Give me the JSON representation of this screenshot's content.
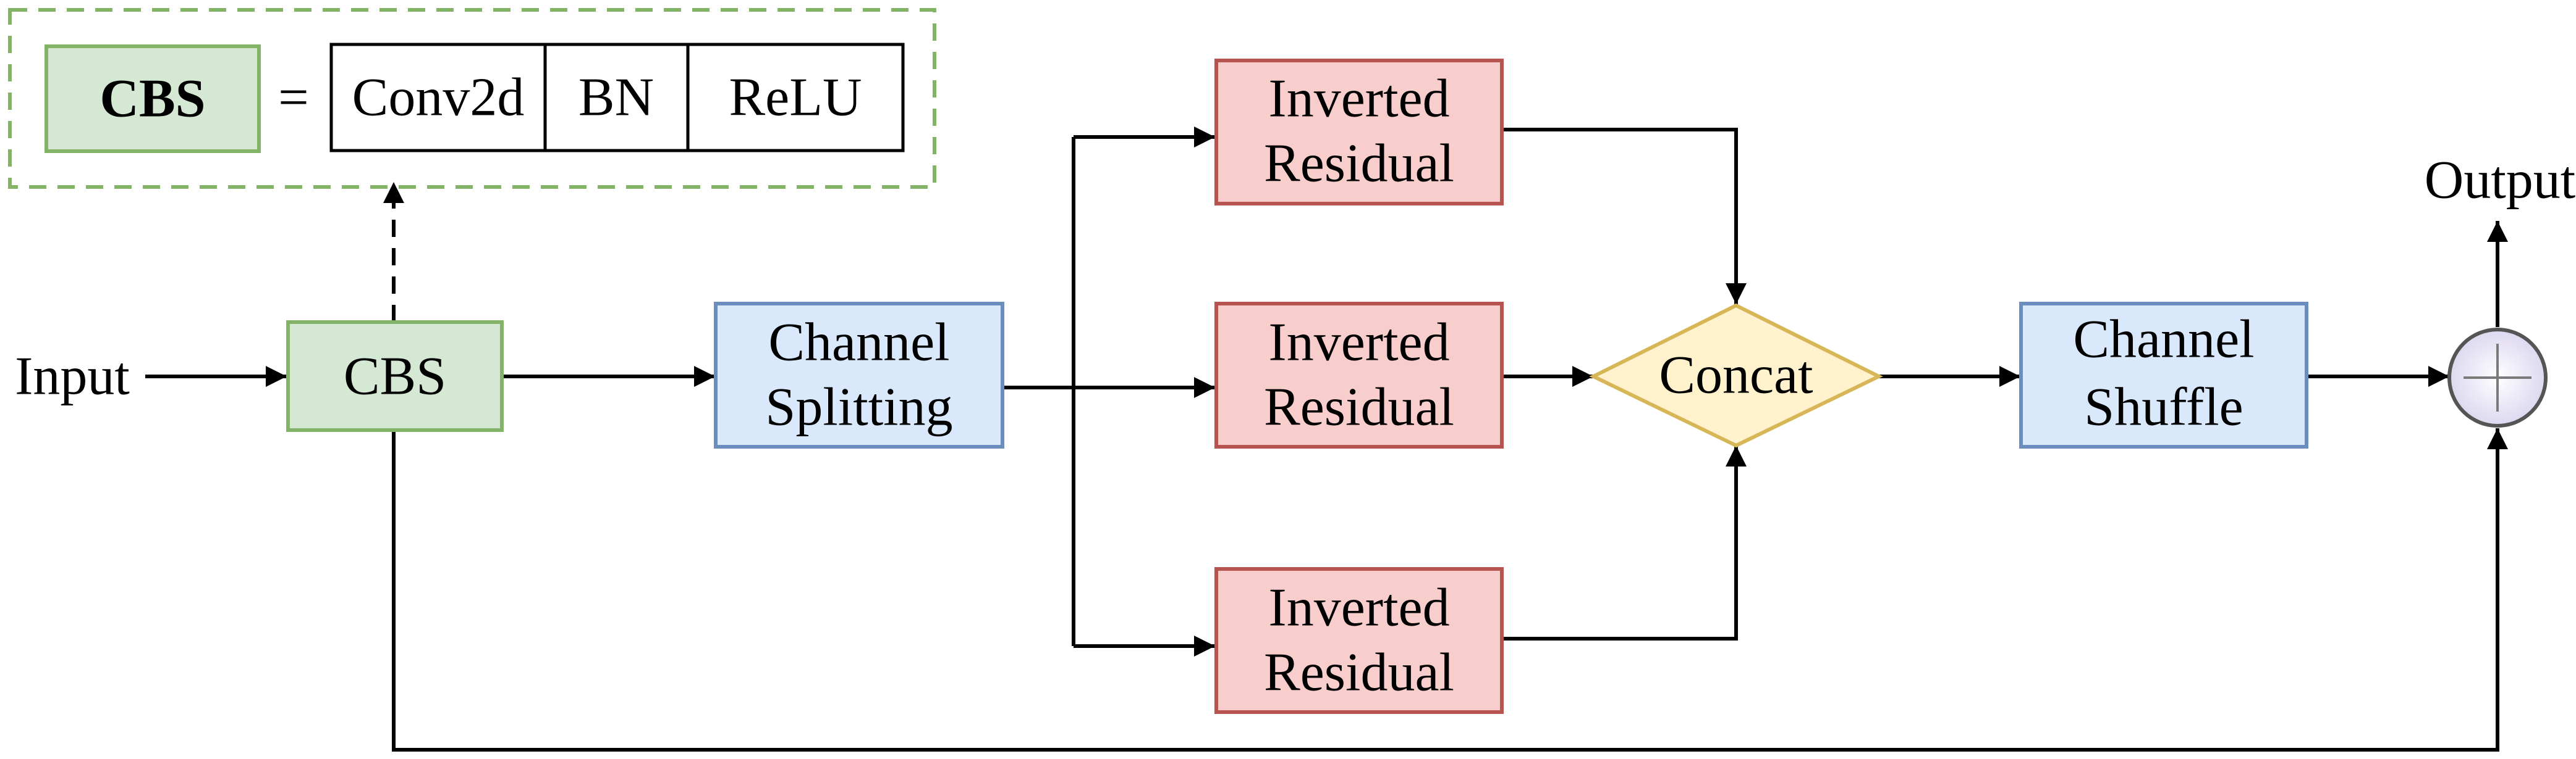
{
  "colors": {
    "green_fill": "#d5e8d4",
    "green_stroke": "#82b366",
    "blue_fill": "#dae8fc",
    "blue_stroke": "#6c8ebf",
    "red_fill": "#f8cecc",
    "red_stroke": "#b85450",
    "yellow_fill": "#fff2cc",
    "yellow_stroke": "#d6b656",
    "line": "#000000"
  },
  "legend": {
    "cbs_label": "CBS",
    "equals": "=",
    "parts": [
      "Conv2d",
      "BN",
      "ReLU"
    ]
  },
  "nodes": {
    "input": "Input",
    "cbs": "CBS",
    "channel_splitting": [
      "Channel",
      "Splitting"
    ],
    "inverted_residual_top": [
      "Inverted",
      "Residual"
    ],
    "inverted_residual_mid": [
      "Inverted",
      "Residual"
    ],
    "inverted_residual_bot": [
      "Inverted",
      "Residual"
    ],
    "concat": "Concat",
    "channel_shuffle": [
      "Channel",
      "Shuffle"
    ],
    "add_icon": "add-circle",
    "output": "Output"
  }
}
